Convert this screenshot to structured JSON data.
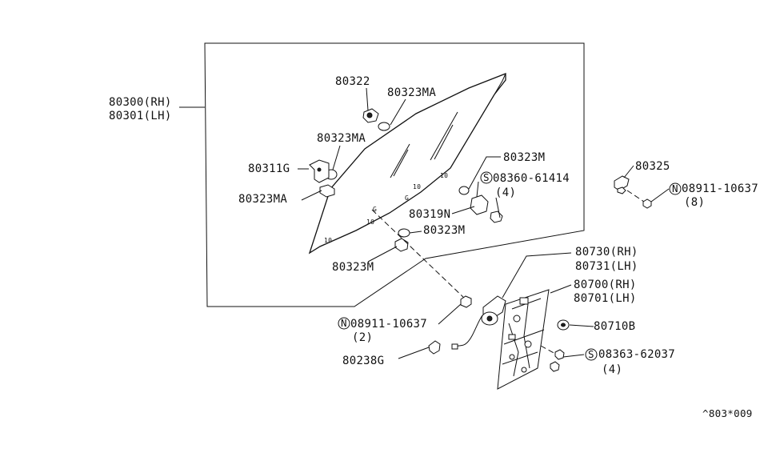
{
  "diagram": {
    "labels": {
      "glass_rh": "80300(RH)",
      "glass_lh": "80301(LH)",
      "p80322": "80322",
      "p80323ma_top": "80323MA",
      "p80323ma_mid": "80323MA",
      "p80311g": "80311G",
      "p80323ma_low": "80323MA",
      "p80323m_right": "80323M",
      "s08360": "08360-61414",
      "s08360_qty": "(4)",
      "p80319n": "80319N",
      "p80323m_mid": "80323M",
      "p80323m_low": "80323M",
      "p80325": "80325",
      "n08911_right": "08911-10637",
      "n08911_right_qty": "(8)",
      "motor_rh": "80730(RH)",
      "motor_lh": "80731(LH)",
      "reg_rh": "80700(RH)",
      "reg_lh": "80701(LH)",
      "p80710b": "80710B",
      "n08911_left": "08911-10637",
      "n08911_left_qty": "(2)",
      "s08363": "08363-62037",
      "s08363_qty": "(4)",
      "p80238g": "80238G",
      "footer_code": "^803*009"
    },
    "glyphs": {
      "s_marker": "S",
      "n_marker": "N"
    }
  }
}
